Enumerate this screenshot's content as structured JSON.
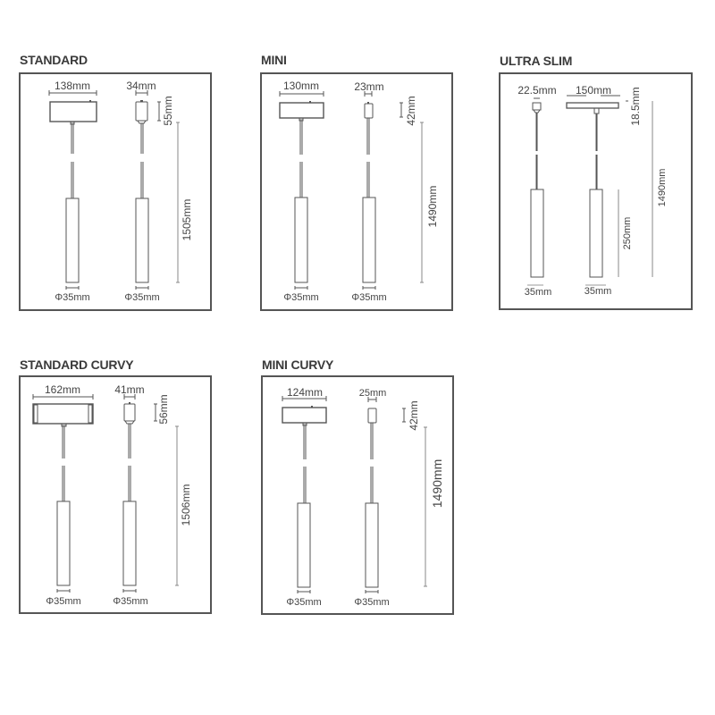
{
  "panels": [
    {
      "id": "standard",
      "title": "STANDARD",
      "box_width": "138mm",
      "adapter_width": "34mm",
      "adapter_height": "55mm",
      "total_length": "1505mm",
      "diameter_left": "Φ35mm",
      "diameter_right": "Φ35mm"
    },
    {
      "id": "mini",
      "title": "MINI",
      "box_width": "130mm",
      "adapter_width": "23mm",
      "adapter_height": "42mm",
      "total_length": "1490mm",
      "diameter_left": "Φ35mm",
      "diameter_right": "Φ35mm"
    },
    {
      "id": "ultra-slim",
      "title": "ULTRA SLIM",
      "adapter_width": "22.5mm",
      "box_width": "150mm",
      "adapter_height": "18.5mm",
      "total_length": "1490mm",
      "body_length": "250mm",
      "diameter_left": "35mm",
      "diameter_right": "35mm"
    },
    {
      "id": "standard-curvy",
      "title": "STANDARD CURVY",
      "box_width": "162mm",
      "adapter_width": "41mm",
      "adapter_height": "56mm",
      "total_length": "1506mm",
      "diameter_left": "Φ35mm",
      "diameter_right": "Φ35mm"
    },
    {
      "id": "mini-curvy",
      "title": "MINI CURVY",
      "box_width": "124mm",
      "adapter_width": "25mm",
      "adapter_height": "42mm",
      "total_length": "1490mm",
      "diameter_left": "Φ35mm",
      "diameter_right": "Φ35mm"
    }
  ]
}
